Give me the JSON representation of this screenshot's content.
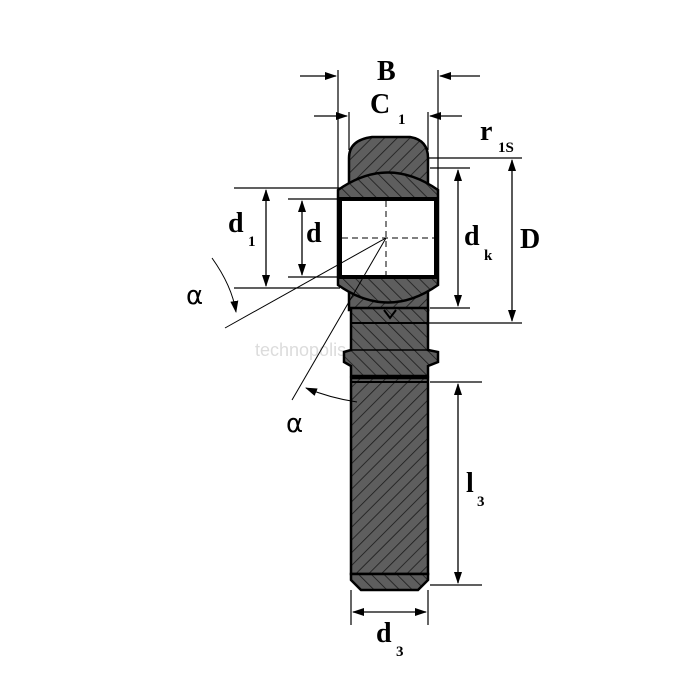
{
  "labels": {
    "B": "B",
    "C": "C",
    "C_sub": "1",
    "r": "r",
    "r_sub": "1S",
    "d1": "d",
    "d1_sub": "1",
    "d": "d",
    "dk": "d",
    "dk_sub": "k",
    "D": "D",
    "alpha_left": "α",
    "alpha_bottom": "α",
    "l3": "l",
    "l3_sub": "3",
    "d3": "d",
    "d3_sub": "3"
  },
  "watermark": "technopolis.ru",
  "colors": {
    "body_fill": "#5e5e5e",
    "hatch": "#1a1a1a",
    "outline": "#000000",
    "bore_fill": "#ffffff"
  }
}
